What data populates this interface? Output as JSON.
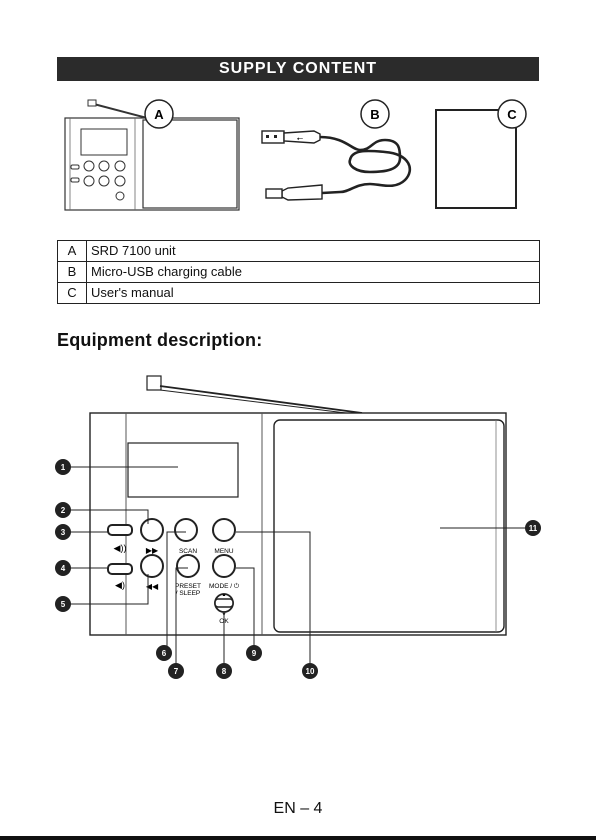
{
  "supply": {
    "title": "SUPPLY CONTENT",
    "callouts": [
      "A",
      "B",
      "C"
    ]
  },
  "items": [
    {
      "key": "A",
      "desc": "SRD 7100 unit"
    },
    {
      "key": "B",
      "desc": "Micro-USB charging cable"
    },
    {
      "key": "C",
      "desc": "User's manual"
    }
  ],
  "equipment": {
    "title": "Equipment description:",
    "labels": {
      "scan": "SCAN",
      "menu": "MENU",
      "preset": "PRESET",
      "sleep": "/ SLEEP",
      "mode": "MODE / ⏻",
      "ok": "OK"
    },
    "callouts": [
      "1",
      "2",
      "3",
      "4",
      "5",
      "6",
      "7",
      "8",
      "9",
      "10",
      "11"
    ]
  },
  "footer": {
    "page": "EN – 4"
  }
}
